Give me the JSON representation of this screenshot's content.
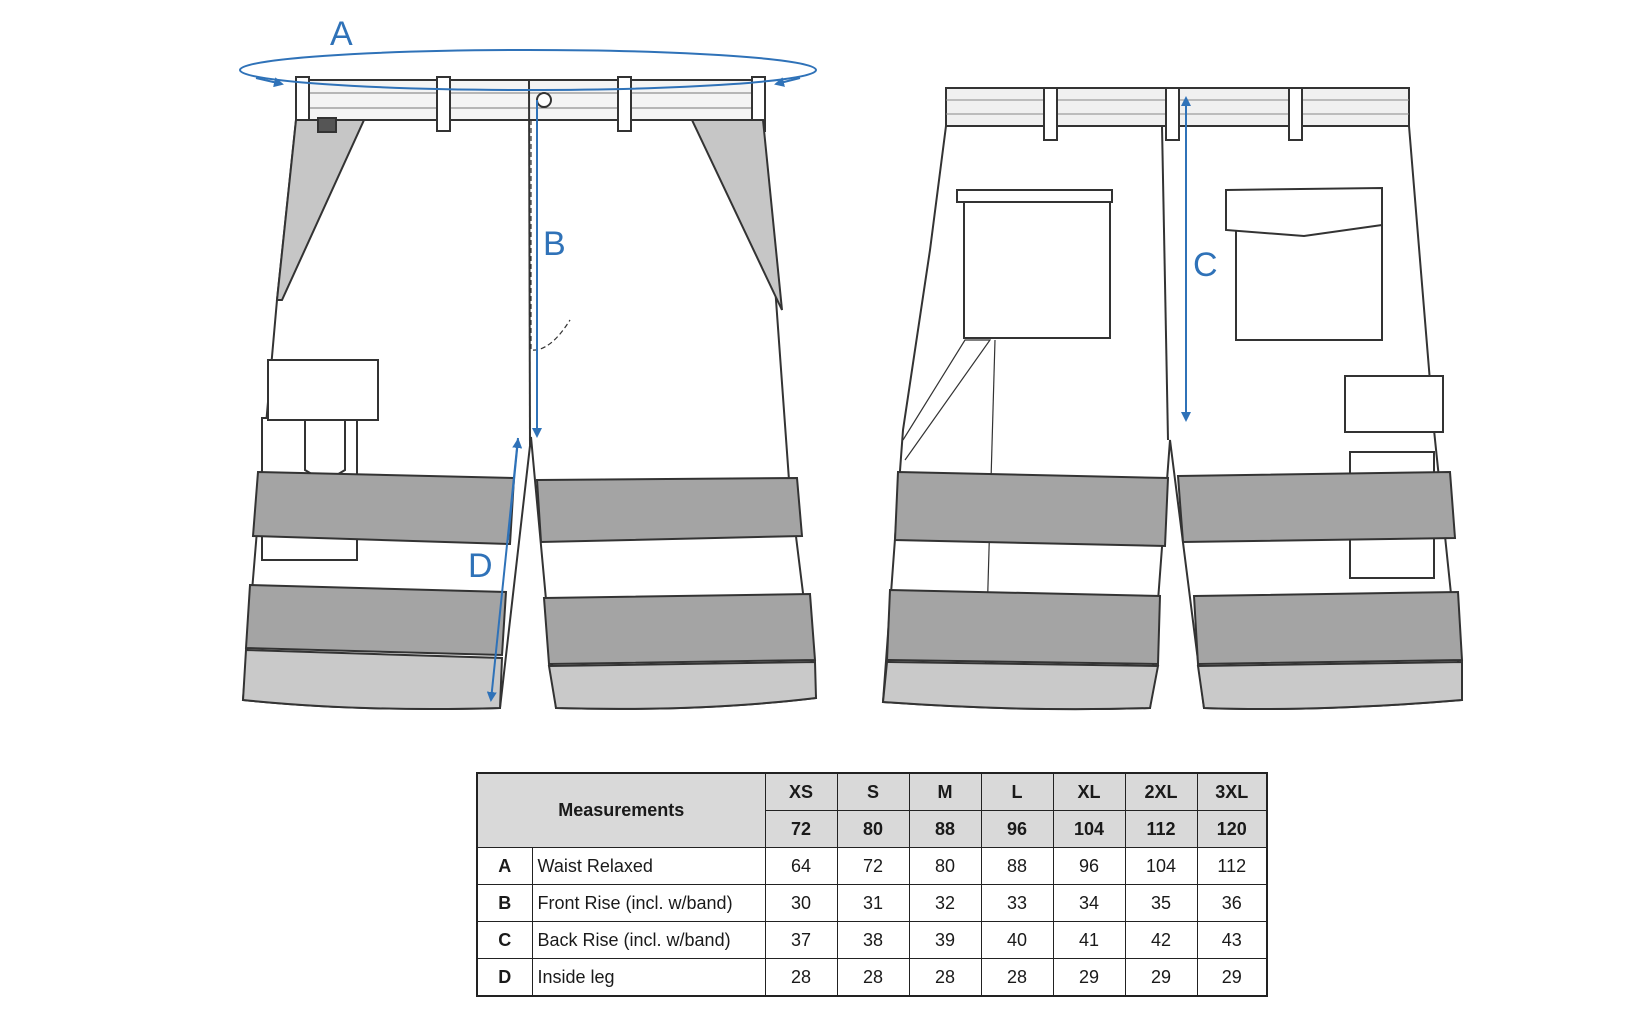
{
  "labels": {
    "a": "A",
    "b": "B",
    "c": "C",
    "d": "D"
  },
  "colors": {
    "dimension": "#2f72b8",
    "band": "#a4a4a4",
    "panel": "#c6c6c6",
    "outline": "#333333"
  },
  "table": {
    "header_title": "Measurements",
    "sizes": [
      "XS",
      "S",
      "M",
      "L",
      "XL",
      "2XL",
      "3XL"
    ],
    "size_values": [
      "72",
      "80",
      "88",
      "96",
      "104",
      "112",
      "120"
    ],
    "rows": [
      {
        "code": "A",
        "name": "Waist Relaxed",
        "values": [
          "64",
          "72",
          "80",
          "88",
          "96",
          "104",
          "112"
        ]
      },
      {
        "code": "B",
        "name": "Front Rise (incl. w/band)",
        "values": [
          "30",
          "31",
          "32",
          "33",
          "34",
          "35",
          "36"
        ]
      },
      {
        "code": "C",
        "name": "Back Rise (incl. w/band)",
        "values": [
          "37",
          "38",
          "39",
          "40",
          "41",
          "42",
          "43"
        ]
      },
      {
        "code": "D",
        "name": "Inside leg",
        "values": [
          "28",
          "28",
          "28",
          "28",
          "29",
          "29",
          "29"
        ]
      }
    ]
  }
}
